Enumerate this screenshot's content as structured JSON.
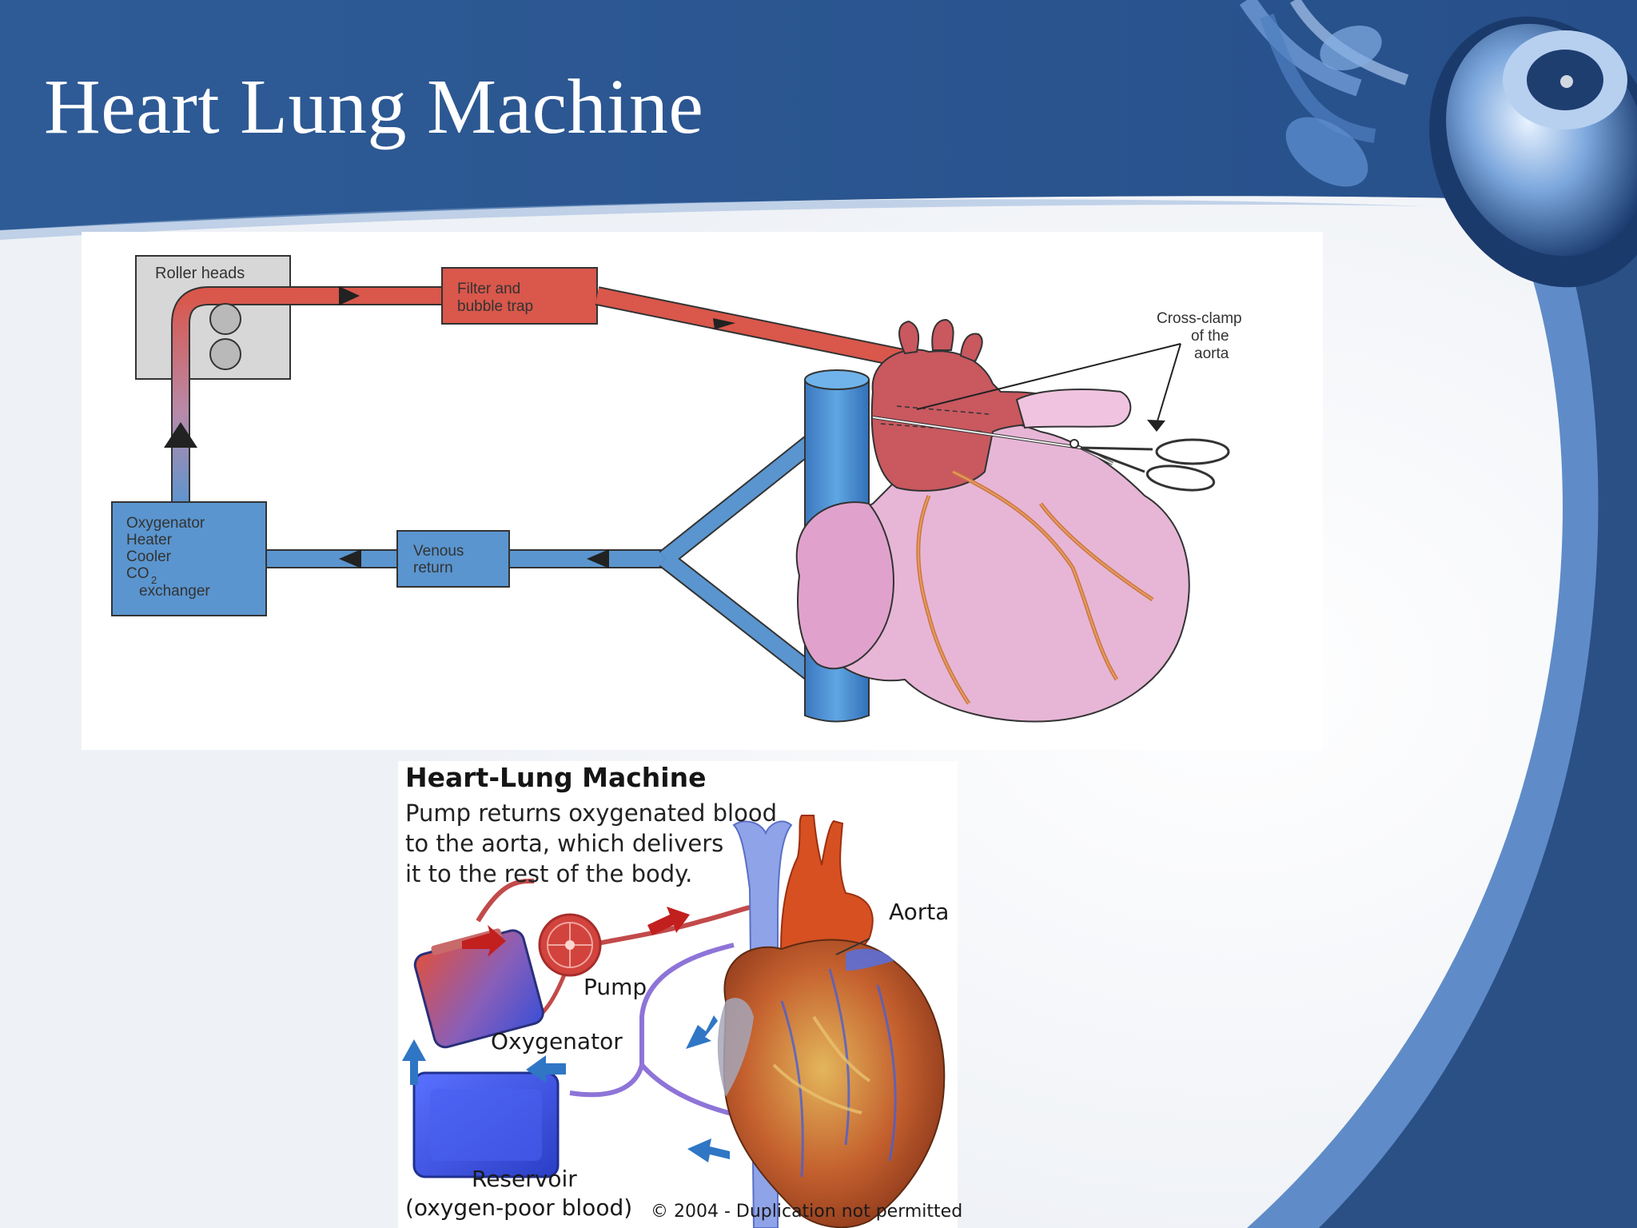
{
  "slide": {
    "title": "Heart Lung Machine",
    "colors": {
      "banner": "#2d5a94",
      "swoosh_dark": "#2a5086",
      "swoosh_light": "#5f8cc8",
      "arterial": "#d9574b",
      "venous": "#5a95cf",
      "heart_pink": "#e7b6d6"
    }
  },
  "diagram_top": {
    "labels": {
      "roller_heads": "Roller heads",
      "filter": [
        "Filter and",
        "bubble trap"
      ],
      "oxygenator": [
        "Oxygenator",
        "Heater",
        "Cooler"
      ],
      "co2": "CO",
      "co2_sub": "2",
      "exchanger": "exchanger",
      "venous": [
        "Venous",
        "return"
      ],
      "crossclamp": [
        "Cross-clamp",
        "of the",
        "aorta"
      ]
    }
  },
  "diagram_bottom": {
    "title": "Heart-Lung Machine",
    "caption_lines": [
      "Pump returns oxygenated blood",
      "to the aorta, which delivers",
      "it to the rest of the body."
    ],
    "labels": {
      "aorta": "Aorta",
      "pump": "Pump",
      "oxygenator": "Oxygenator",
      "reservoir": "Reservoir",
      "reservoir_note": "(oxygen-poor blood)",
      "copyright": "© 2004 - Duplication not permitted"
    }
  }
}
